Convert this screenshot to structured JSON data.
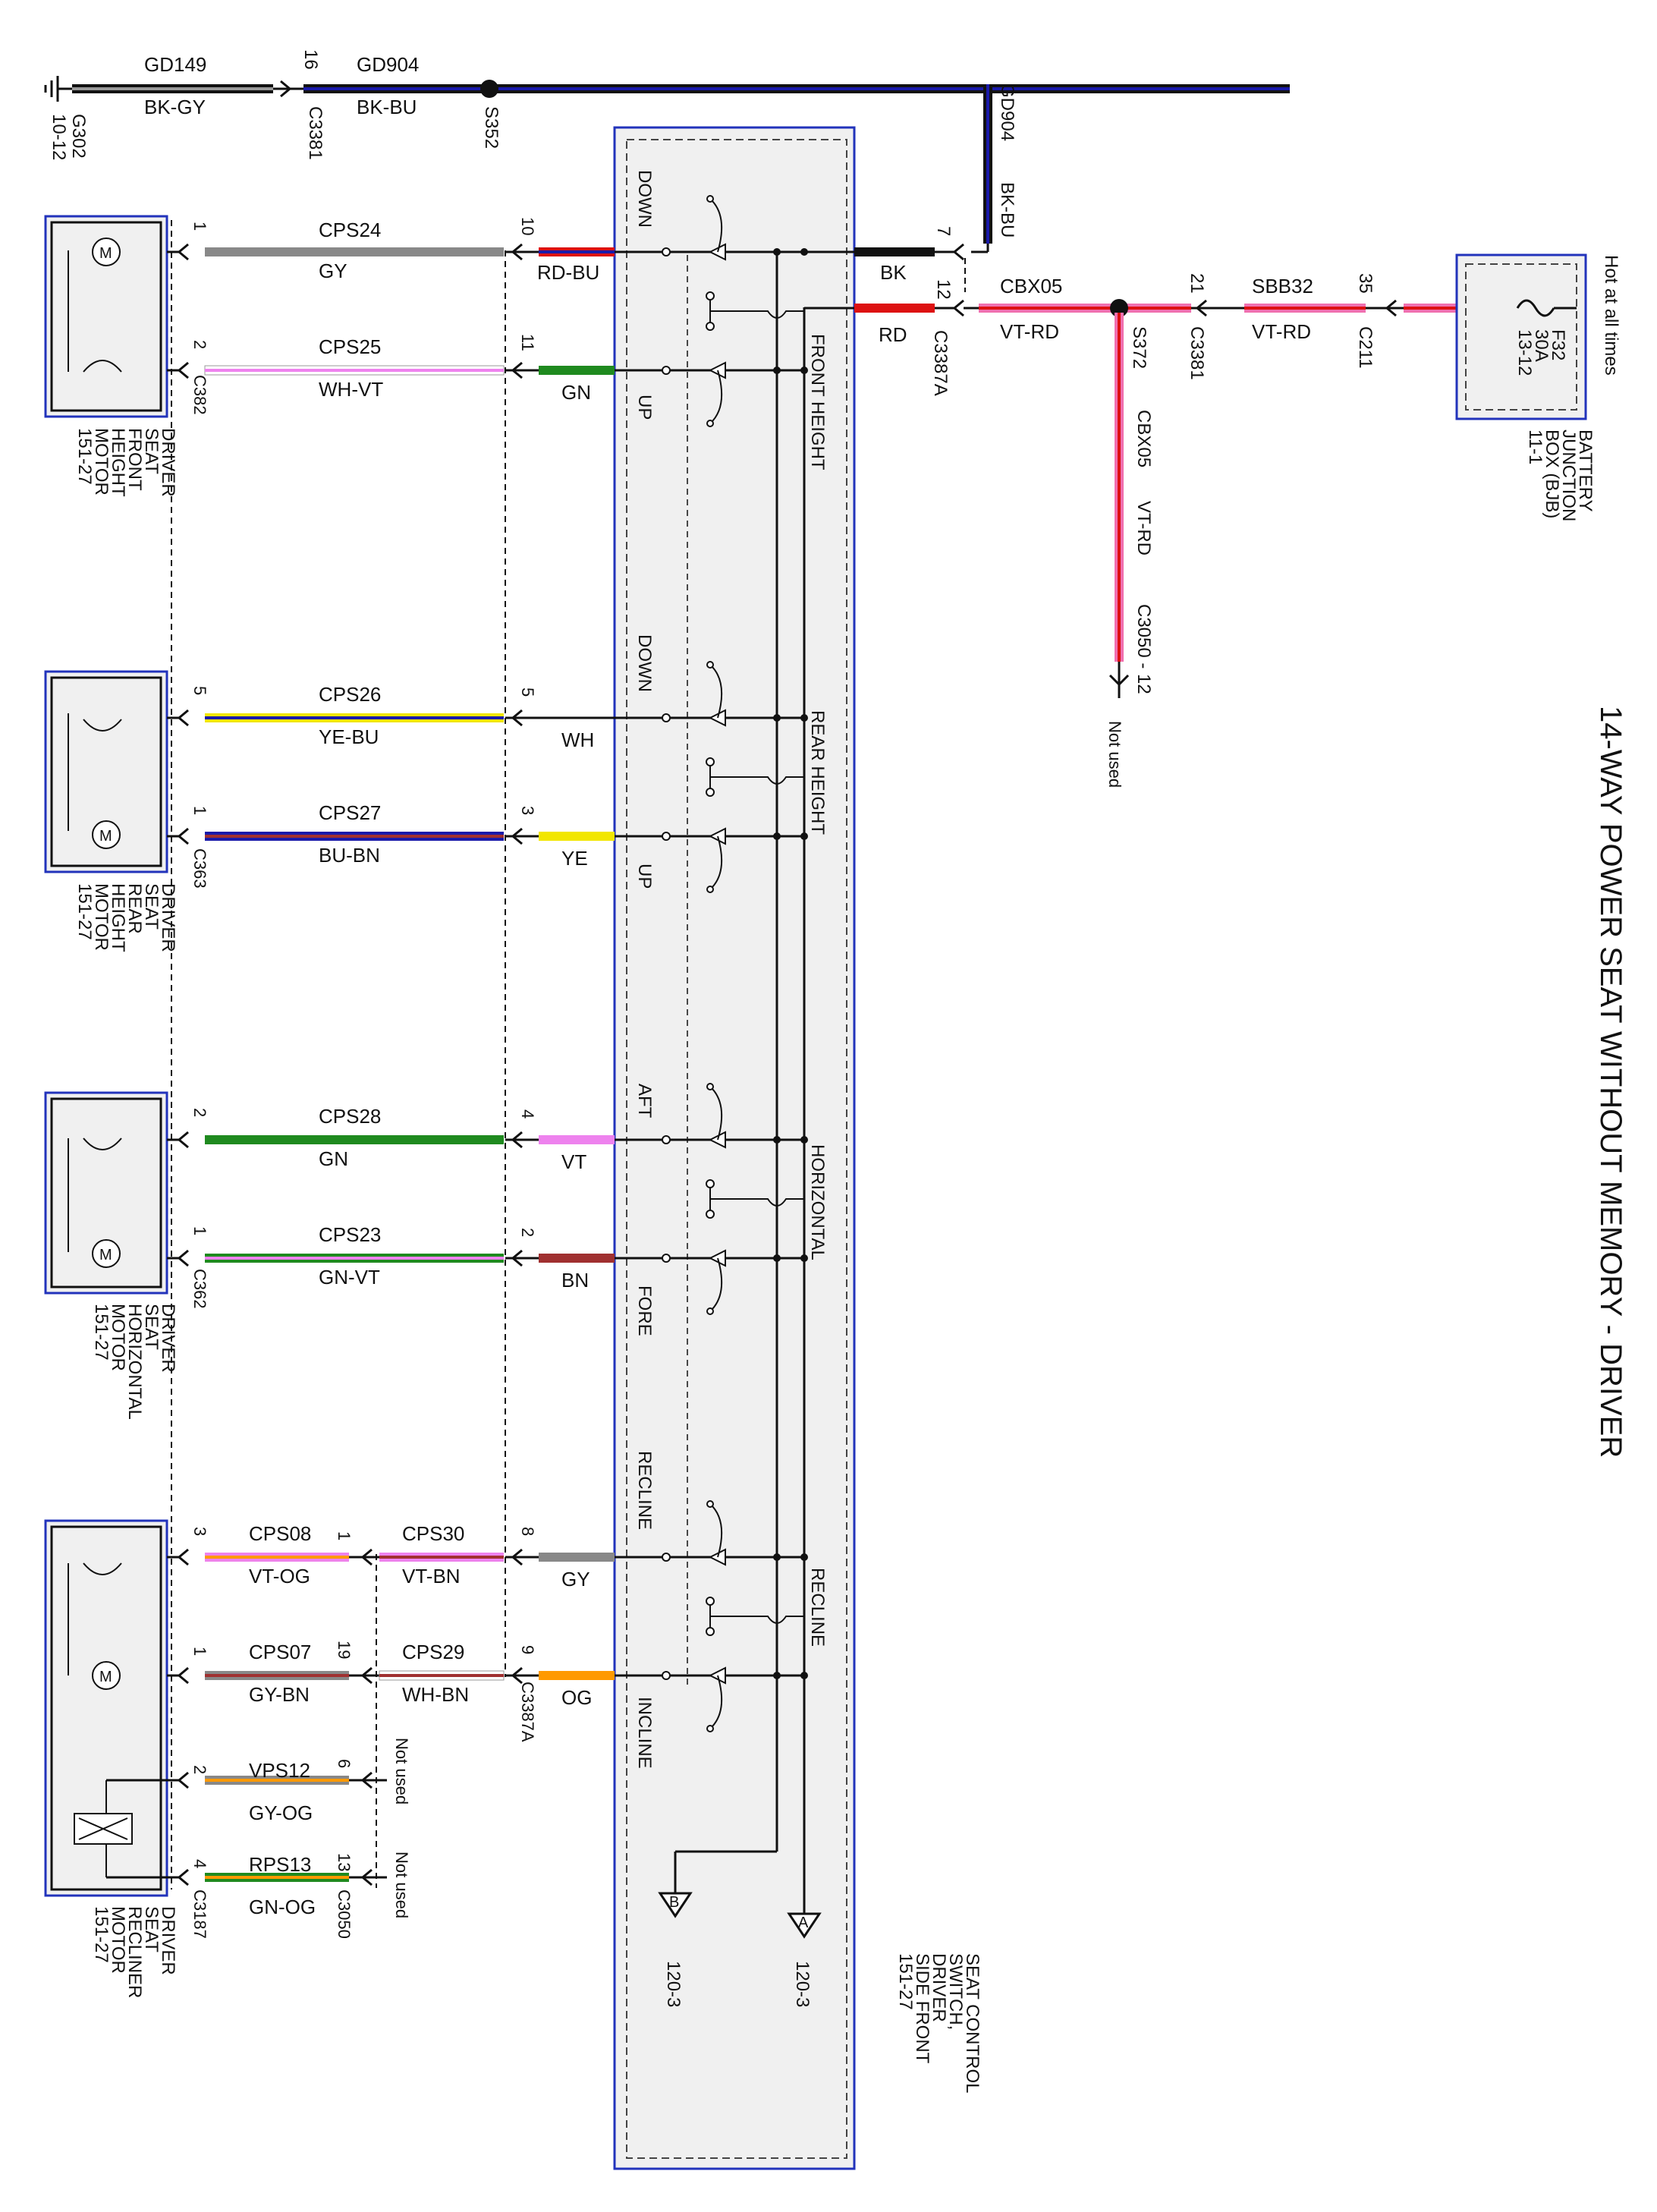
{
  "title": "14-WAY POWER SEAT WITHOUT MEMORY - DRIVER",
  "colors": {
    "box_border": "#2233bb",
    "box_fill": "#f0f0f0",
    "BK": "#111111",
    "GY": "#888888",
    "WH": "#ffffff",
    "VT": "#ee82ee",
    "RD": "#dd1111",
    "BU": "#1a1aaa",
    "GN": "#1f8a1f",
    "YE": "#f2e600",
    "BN": "#a03030",
    "OG": "#ff9900",
    "PK": "#f070b0"
  },
  "top": {
    "ground_label": "G302",
    "ground_ref": "10-12",
    "wire1_circuit": "GD149",
    "wire1_color": "BK-GY",
    "c3381_pin": "16",
    "c3381_label": "C3381",
    "wire2_circuit": "GD904",
    "wire2_color": "BK-BU",
    "splice": "S352",
    "riser_circuit": "GD904",
    "riser_color": "BK-BU"
  },
  "power": {
    "pin7": "7",
    "bk_label": "BK",
    "pin12": "12",
    "rd_label": "RD",
    "c3387a": "C3387A",
    "cbx05": "CBX05",
    "cbx05_color": "VT-RD",
    "splice": "S372",
    "pin21": "21",
    "c3381": "C3381",
    "sbb32": "SBB32",
    "sbb32_color": "VT-RD",
    "pin35": "35",
    "c211": "C211",
    "fuse_name": "F32",
    "fuse_rating": "30A",
    "fuse_ref": "13-12",
    "hot_label": "Hot at all times",
    "bjb_line1": "BATTERY",
    "bjb_line2": "JUNCTION",
    "bjb_line3": "BOX (BJB)",
    "bjb_line4": "11-1",
    "branch_circuit": "CBX05",
    "branch_color": "VT-RD",
    "branch_conn": "C3050 - 12",
    "not_used": "Not used"
  },
  "switch": {
    "front_height": "FRONT HEIGHT",
    "rear_height": "REAR HEIGHT",
    "horizontal": "HORIZONTAL",
    "recline_section": "RECLINE",
    "down1": "DOWN",
    "up1": "UP",
    "down2": "DOWN",
    "up2": "UP",
    "aft": "AFT",
    "fore": "FORE",
    "recline": "RECLINE",
    "incline": "INCLINE",
    "label1": "SEAT CONTROL",
    "label2": "SWITCH,",
    "label3": "DRIVER",
    "label4": "SIDE FRONT",
    "label5": "151-27",
    "ref_a": "A",
    "ref_a_page": "120-3",
    "ref_b": "B",
    "ref_b_page": "120-3"
  },
  "wires": {
    "front_height": {
      "w1_pin_motor": "1",
      "w1_circuit": "CPS24",
      "w1_color": "GY",
      "w1_pin_sw": "10",
      "w1_sw_color": "RD-BU",
      "w2_pin_motor": "2",
      "w2_circuit": "CPS25",
      "w2_color": "WH-VT",
      "w2_pin_sw": "11",
      "w2_sw_color": "GN",
      "connector": "C382"
    },
    "rear_height": {
      "w1_pin_motor": "5",
      "w1_circuit": "CPS26",
      "w1_color": "YE-BU",
      "w1_pin_sw": "5",
      "w1_sw_color": "WH",
      "w2_pin_motor": "1",
      "w2_circuit": "CPS27",
      "w2_color": "BU-BN",
      "w2_pin_sw": "3",
      "w2_sw_color": "YE",
      "connector": "C363"
    },
    "horizontal": {
      "w1_pin_motor": "2",
      "w1_circuit": "CPS28",
      "w1_color": "GN",
      "w1_pin_sw": "4",
      "w1_sw_color": "VT",
      "w2_pin_motor": "1",
      "w2_circuit": "CPS23",
      "w2_color": "GN-VT",
      "w2_pin_sw": "2",
      "w2_sw_color": "BN",
      "connector": "C362"
    },
    "recliner": {
      "w1_pin_motor": "3",
      "w1_circuit": "CPS08",
      "w1_color": "VT-OG",
      "w1_pin_mid": "1",
      "w1_circuit2": "CPS30",
      "w1_color2": "VT-BN",
      "w1_pin_sw": "8",
      "w1_sw_color": "GY",
      "w2_pin_motor": "1",
      "w2_circuit": "CPS07",
      "w2_color": "GY-BN",
      "w2_pin_mid": "19",
      "w2_circuit2": "CPS29",
      "w2_color2": "WH-BN",
      "w2_pin_sw": "9",
      "w2_sw_color": "OG",
      "sw_connector": "C3387A",
      "w3_pin_motor": "2",
      "w3_circuit": "VPS12",
      "w3_color": "GY-OG",
      "w3_pin_mid": "6",
      "w3_not_used": "Not used",
      "w4_pin_motor": "4",
      "w4_circuit": "RPS13",
      "w4_color": "GN-OG",
      "w4_pin_mid": "13",
      "w4_not_used": "Not used",
      "motor_conn": "C3187",
      "mid_conn": "C3050"
    }
  },
  "motors": {
    "front": {
      "l1": "DRIVER",
      "l2": "SEAT",
      "l3": "FRONT",
      "l4": "HEIGHT",
      "l5": "MOTOR",
      "l6": "151-27"
    },
    "rear": {
      "l1": "DRIVER",
      "l2": "SEAT",
      "l3": "REAR",
      "l4": "HEIGHT",
      "l5": "MOTOR",
      "l6": "151-27"
    },
    "horizontal": {
      "l1": "DRIVER",
      "l2": "SEAT",
      "l3": "HORIZONTAL",
      "l4": "MOTOR",
      "l5": "151-27"
    },
    "recliner": {
      "l1": "DRIVER",
      "l2": "SEAT",
      "l3": "RECLINER",
      "l4": "MOTOR",
      "l5": "151-27"
    }
  }
}
